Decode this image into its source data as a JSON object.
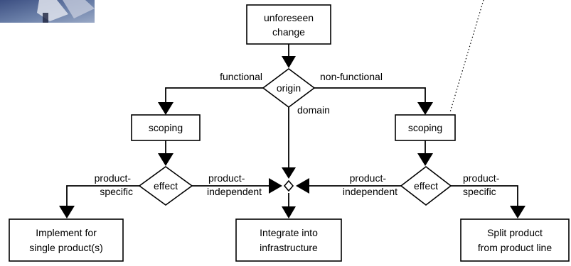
{
  "nodes": {
    "start": [
      "unforeseen",
      "change"
    ],
    "origin": "origin",
    "scoping_left": "scoping",
    "scoping_right": "scoping",
    "effect_left": "effect",
    "effect_right": "effect",
    "implement": [
      "Implement for",
      "single product(s)"
    ],
    "integrate": [
      "Integrate into",
      "infrastructure"
    ],
    "split": [
      "Split product",
      "from product line"
    ]
  },
  "edges": {
    "functional": "functional",
    "non_functional": "non-functional",
    "domain": "domain",
    "left_specific": [
      "product-",
      "specific"
    ],
    "left_independent": [
      "product-",
      "independent"
    ],
    "right_independent": [
      "product-",
      "independent"
    ],
    "right_specific": [
      "product-",
      "specific"
    ]
  }
}
